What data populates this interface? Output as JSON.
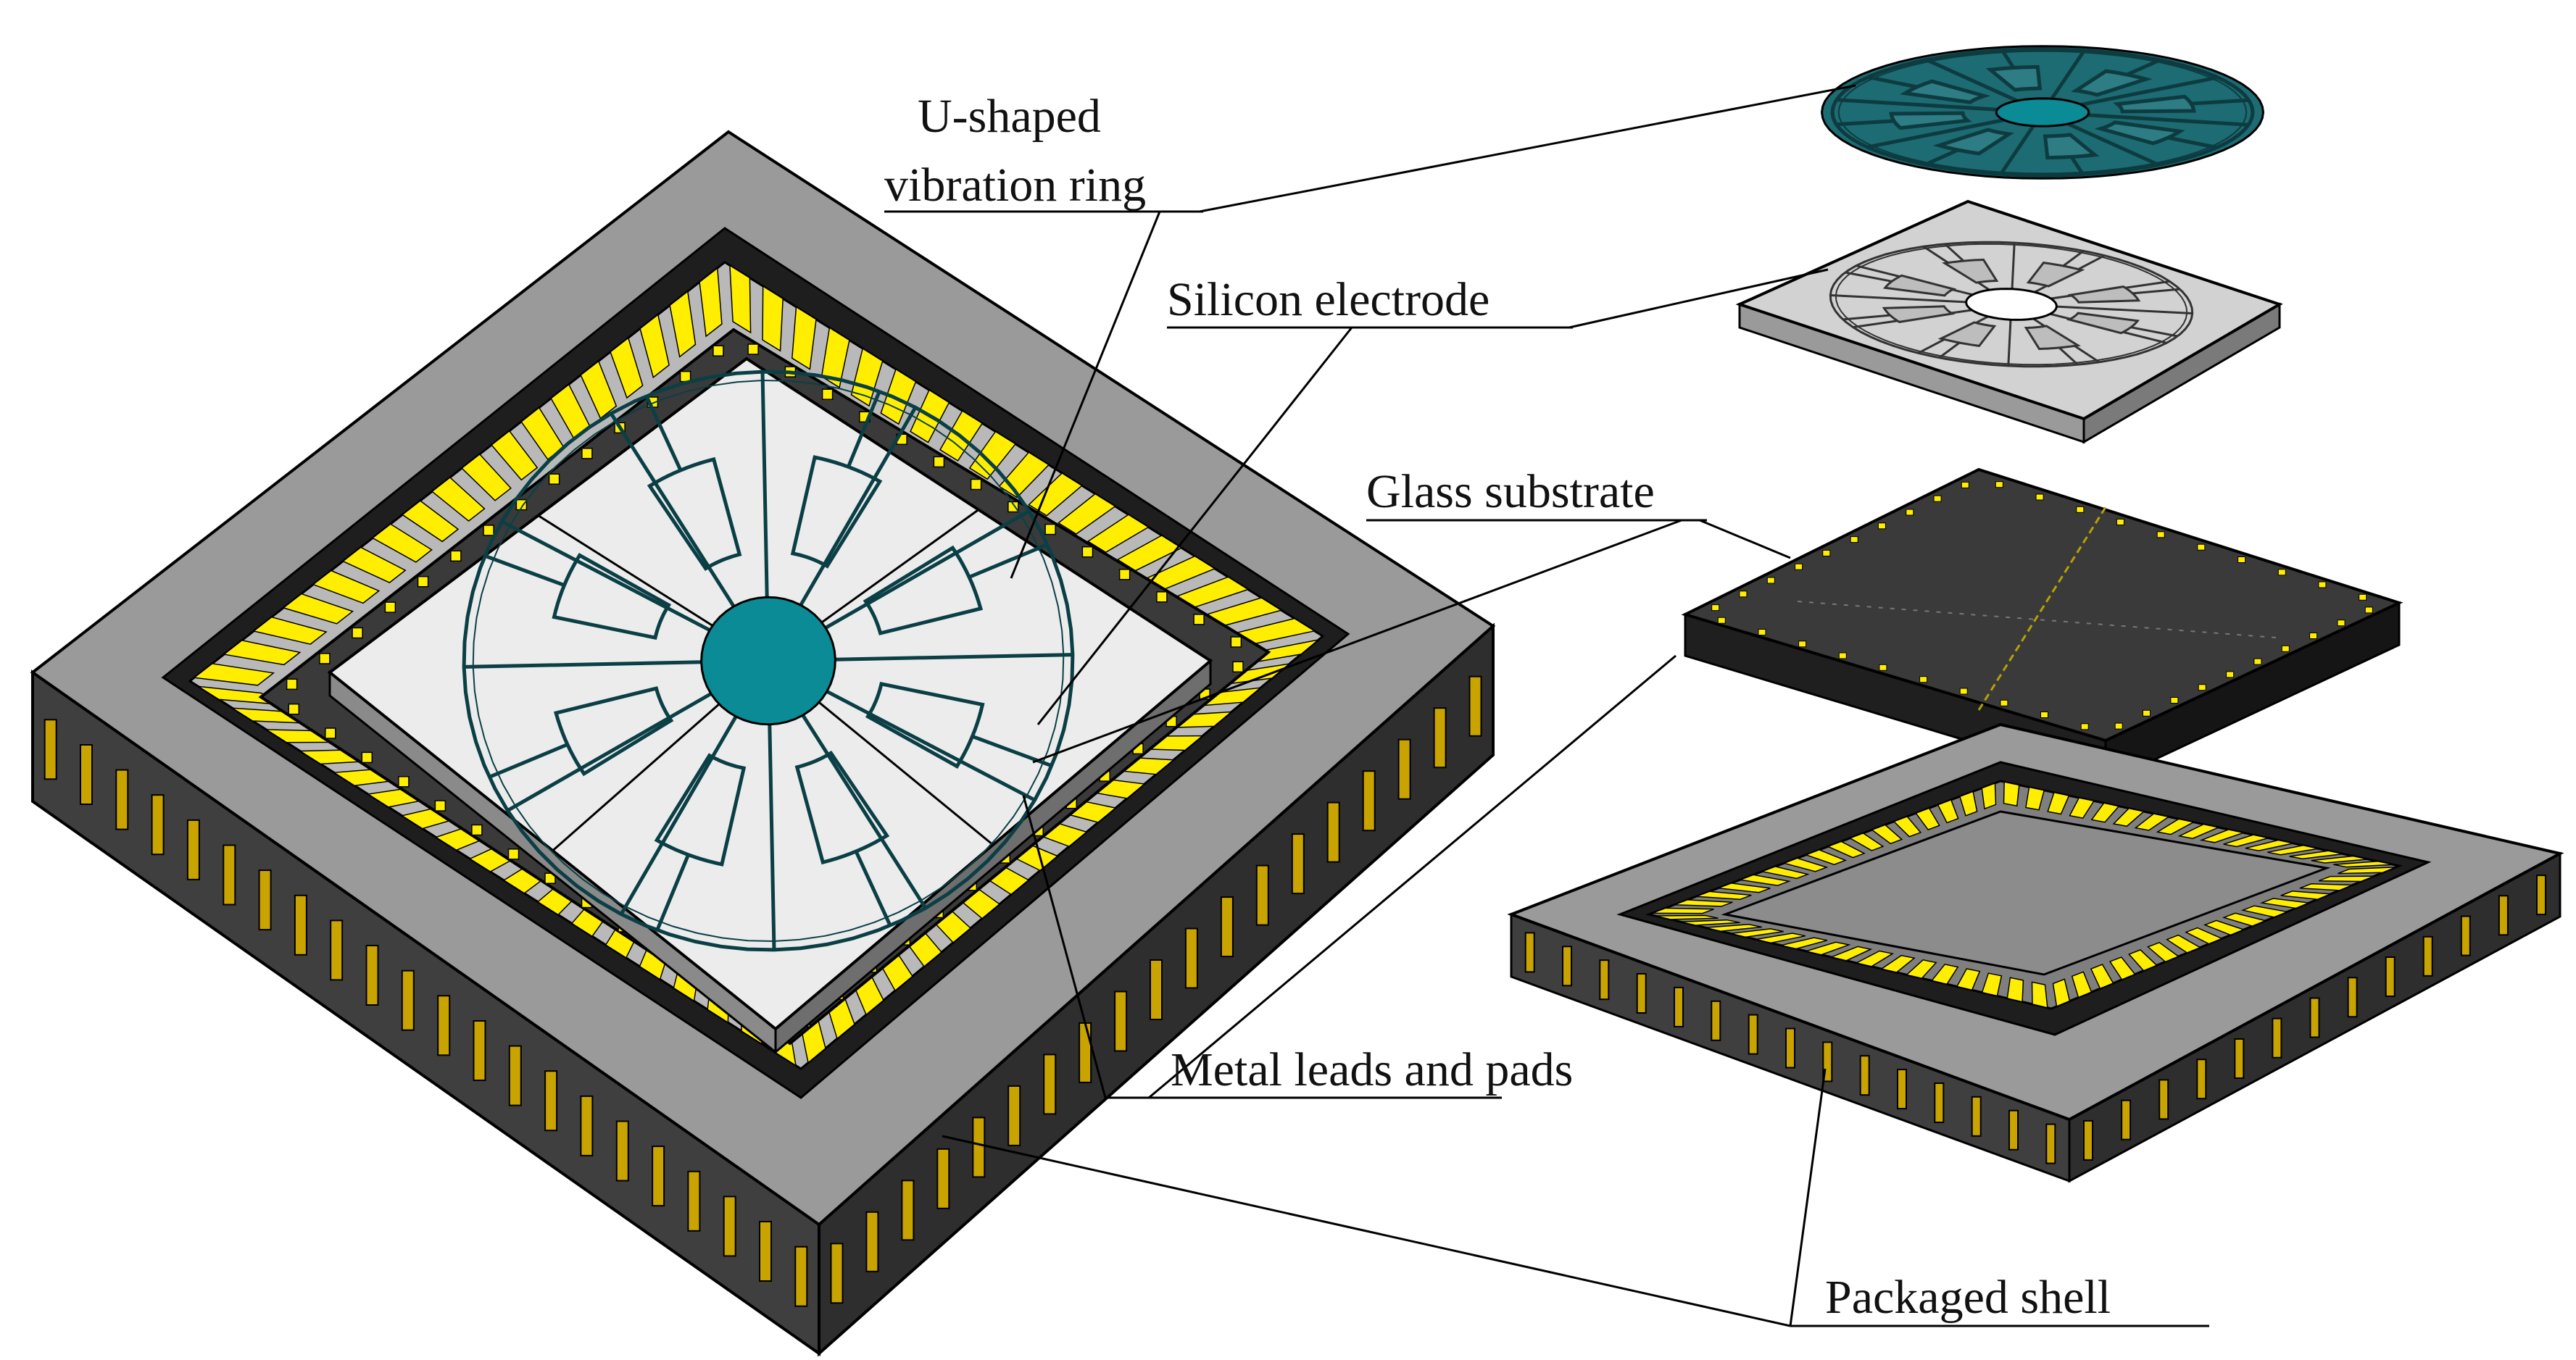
{
  "labels": {
    "vibration_ring_line1": "U-shaped",
    "vibration_ring_line2": "vibration ring",
    "silicon_electrode": "Silicon electrode",
    "glass_substrate": "Glass substrate",
    "metal_leads": "Metal leads and pads",
    "packaged_shell": "Packaged shell"
  },
  "colors": {
    "shell_top": "#9a9a9a",
    "shell_side_left": "#3f3f3f",
    "shell_side_right": "#2e2e2e",
    "gold_pad": "#ffee00",
    "gold_pin": "#c9a300",
    "glass_top": "#3a3a3a",
    "silicon_top": "#ececec",
    "ring_teal": "#0a8b95"
  }
}
